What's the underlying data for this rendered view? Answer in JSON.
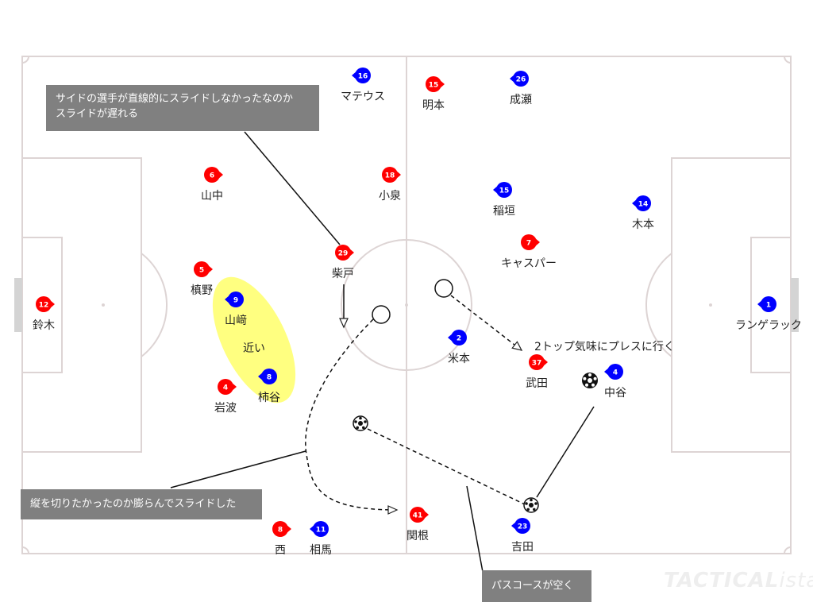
{
  "colors": {
    "red_team": "#ff0000",
    "blue_team": "#0000ff",
    "pitch_lines": "#ddd4d4",
    "note_bg": "#808080",
    "highlight": "#ffff80"
  },
  "annotations": {
    "top_note": "サイドの選手が直線的にスライドしなかったなのか\nスライドが遅れる",
    "bottom_note": "縦を切りたかったのか膨らんでスライドした",
    "pass_note": "パスコースが空く",
    "press_label": "2トップ気味にプレスに行く",
    "close_label": "近い"
  },
  "watermark": {
    "brand": "TACTICAL",
    "suffix": "ista"
  },
  "players": [
    {
      "team": "red",
      "number": "12",
      "name": "鈴木"
    },
    {
      "team": "red",
      "number": "6",
      "name": "山中"
    },
    {
      "team": "red",
      "number": "5",
      "name": "槙野"
    },
    {
      "team": "red",
      "number": "4",
      "name": "岩波"
    },
    {
      "team": "red",
      "number": "29",
      "name": "柴戸"
    },
    {
      "team": "red",
      "number": "18",
      "name": "小泉"
    },
    {
      "team": "red",
      "number": "15",
      "name": "明本"
    },
    {
      "team": "red",
      "number": "7",
      "name": "キャスパー"
    },
    {
      "team": "red",
      "number": "37",
      "name": "武田"
    },
    {
      "team": "red",
      "number": "8",
      "name": "西"
    },
    {
      "team": "red",
      "number": "41",
      "name": "関根"
    },
    {
      "team": "blue",
      "number": "16",
      "name": "マテウス"
    },
    {
      "team": "blue",
      "number": "26",
      "name": "成瀬"
    },
    {
      "team": "blue",
      "number": "15",
      "name": "稲垣"
    },
    {
      "team": "blue",
      "number": "14",
      "name": "木本"
    },
    {
      "team": "blue",
      "number": "1",
      "name": "ランゲラック"
    },
    {
      "team": "blue",
      "number": "9",
      "name": "山﨑"
    },
    {
      "team": "blue",
      "number": "8",
      "name": "柿谷"
    },
    {
      "team": "blue",
      "number": "2",
      "name": "米本"
    },
    {
      "team": "blue",
      "number": "4",
      "name": "中谷"
    },
    {
      "team": "blue",
      "number": "23",
      "name": "吉田"
    },
    {
      "team": "blue",
      "number": "11",
      "name": "相馬"
    }
  ]
}
